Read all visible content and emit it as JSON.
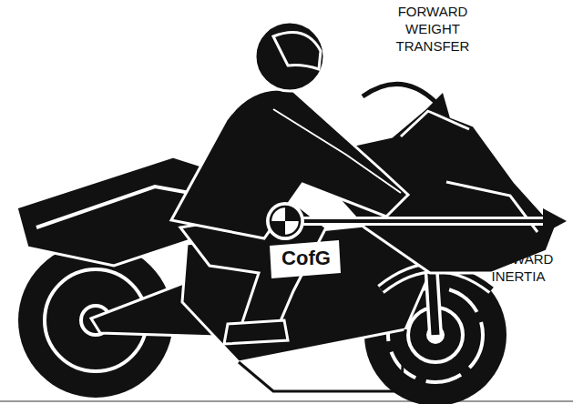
{
  "diagram": {
    "labels": [
      "FORWARD WEIGHT TRANSFER",
      "FORWARD INERTIA",
      "CofG"
    ]
  }
}
